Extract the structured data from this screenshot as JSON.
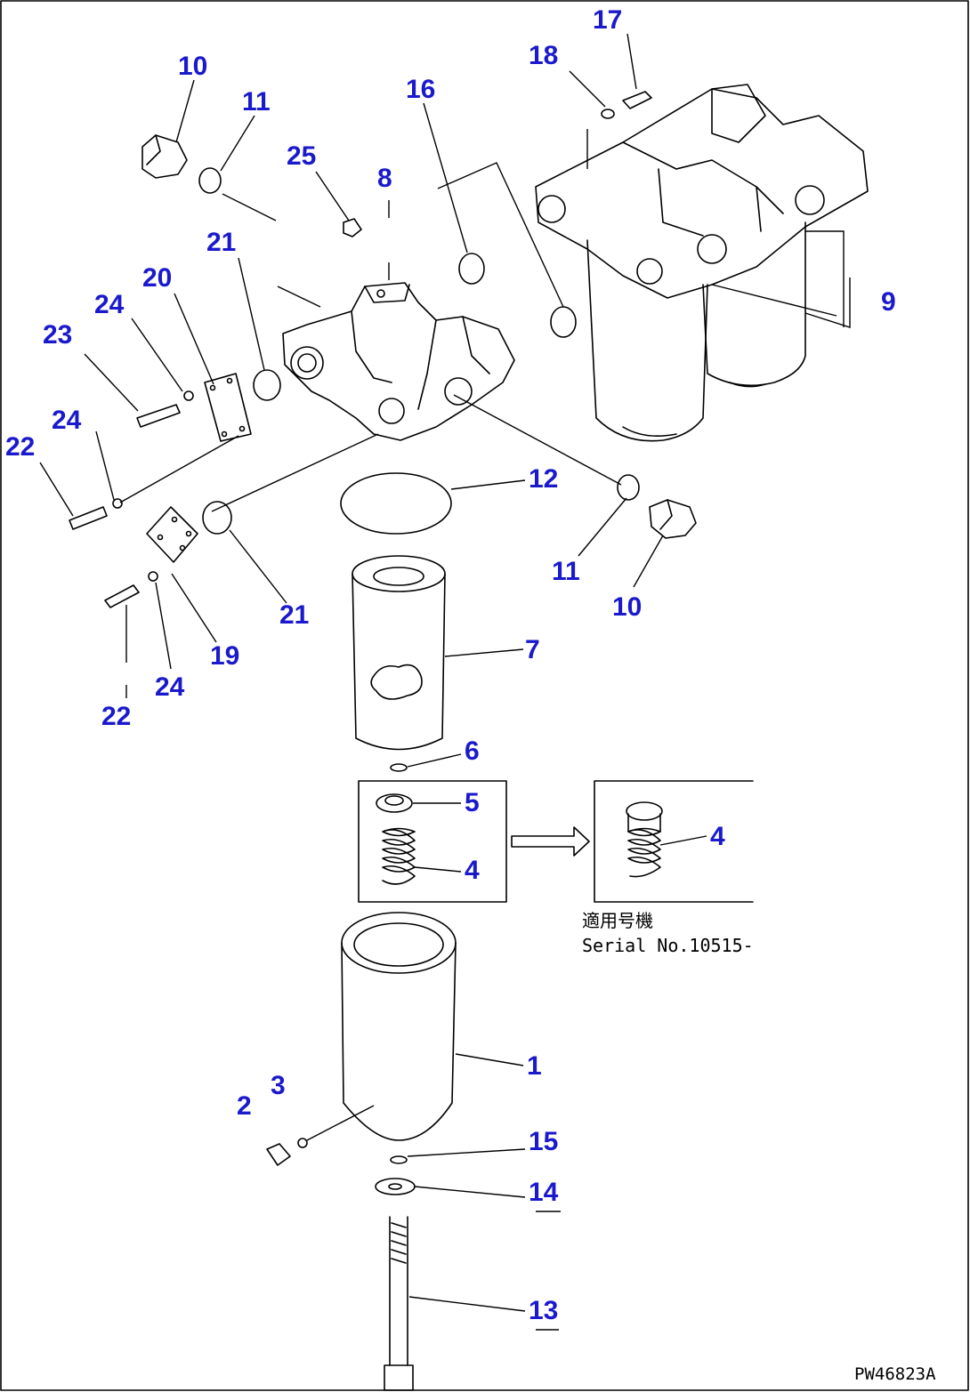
{
  "diagram": {
    "drawing_code": "PW46823A",
    "note_jp": "適用号機",
    "note_serial": "Serial No.10515-",
    "labels": [
      "1",
      "2",
      "3",
      "4",
      "4",
      "5",
      "6",
      "7",
      "8",
      "9",
      "10",
      "10",
      "11",
      "11",
      "12",
      "13",
      "14",
      "15",
      "16",
      "17",
      "18",
      "19",
      "20",
      "21",
      "21",
      "22",
      "22",
      "23",
      "24",
      "24",
      "24",
      "25"
    ]
  }
}
